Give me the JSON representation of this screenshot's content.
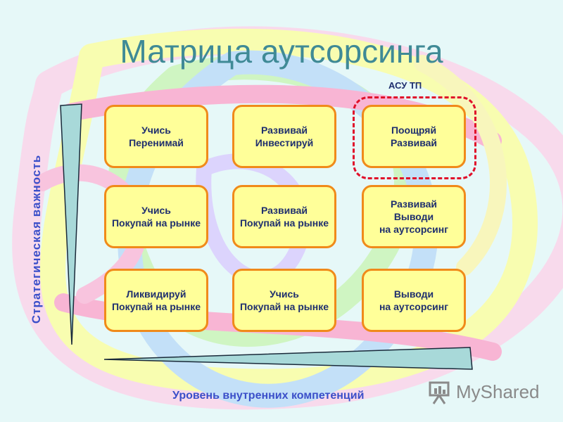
{
  "title": "Матрица аутсорсинга",
  "highlight_label": "АСУ ТП",
  "y_axis_label": "Стратегическая важность",
  "x_axis_label": "Уровень внутренних компетенций",
  "logo_text": "MyShared",
  "colors": {
    "cell_fill": "#ffff99",
    "cell_border": "#f08a1a",
    "cell_text": "#1f2f6e",
    "title": "#3f8a96",
    "axis_label": "#3b4fc9",
    "highlight": "#e0102a",
    "arrow_fill": "#a8d9d9"
  },
  "matrix": {
    "rows": [
      {
        "cells": [
          {
            "lines": [
              "Учись",
              "Перенимай"
            ]
          },
          {
            "lines": [
              "Развивай",
              "Инвестируй"
            ]
          },
          {
            "lines": [
              "Поощряй",
              "Развивай"
            ]
          }
        ]
      },
      {
        "cells": [
          {
            "lines": [
              "Учись",
              "Покупай на рынке"
            ]
          },
          {
            "lines": [
              "Развивай",
              "Покупай на рынке"
            ]
          },
          {
            "lines": [
              "Развивай",
              "Выводи",
              "на аутсорсинг"
            ]
          }
        ]
      },
      {
        "cells": [
          {
            "lines": [
              "Ликвидируй",
              "Покупай на рынке"
            ]
          },
          {
            "lines": [
              "Учись",
              "Покупай на рынке"
            ]
          },
          {
            "lines": [
              "Выводи",
              "на аутсорсинг"
            ]
          }
        ]
      }
    ]
  }
}
